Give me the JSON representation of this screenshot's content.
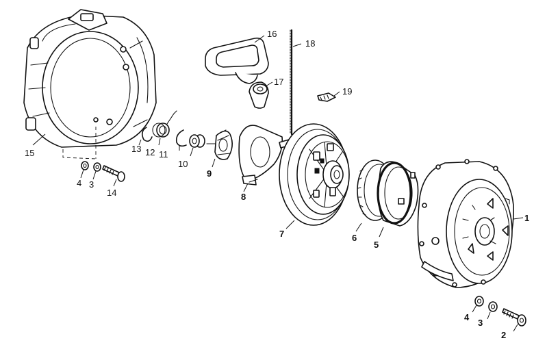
{
  "callouts": {
    "c1": "1",
    "c2": "2",
    "c3a": "3",
    "c3b": "3",
    "c4a": "4",
    "c4b": "4",
    "c5": "5",
    "c6": "6",
    "c7": "7",
    "c8": "8",
    "c9": "9",
    "c10": "10",
    "c11": "11",
    "c12": "12",
    "c13": "13",
    "c14": "14",
    "c15": "15",
    "c16": "16",
    "c17": "17",
    "c18": "18",
    "c19": "19"
  }
}
